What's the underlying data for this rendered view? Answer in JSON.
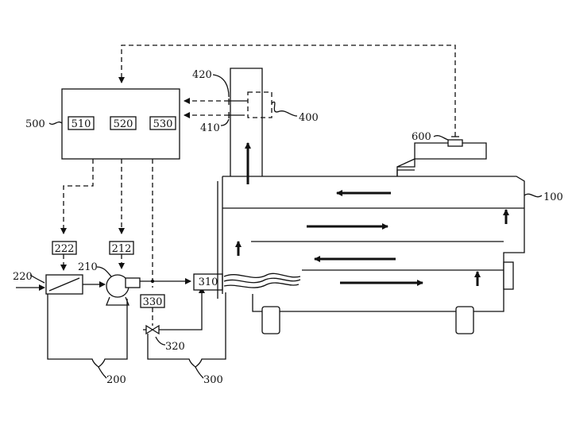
{
  "labels": {
    "boiler": "100",
    "fuel_supply": "200",
    "fuel_pump": "210",
    "fuel_filter": "220",
    "fuel_sensor": "222",
    "pump_sensor": "212",
    "air_supply": "300",
    "burner": "310",
    "air_valve": "320",
    "valve_sensor": "330",
    "exhaust_sensors": "400",
    "sensor_410": "410",
    "sensor_420": "420",
    "controller": "500",
    "module_510": "510",
    "module_520": "520",
    "module_530": "530",
    "flue_sensor": "600"
  },
  "colors": {
    "line": "#111111",
    "background": "#ffffff"
  }
}
